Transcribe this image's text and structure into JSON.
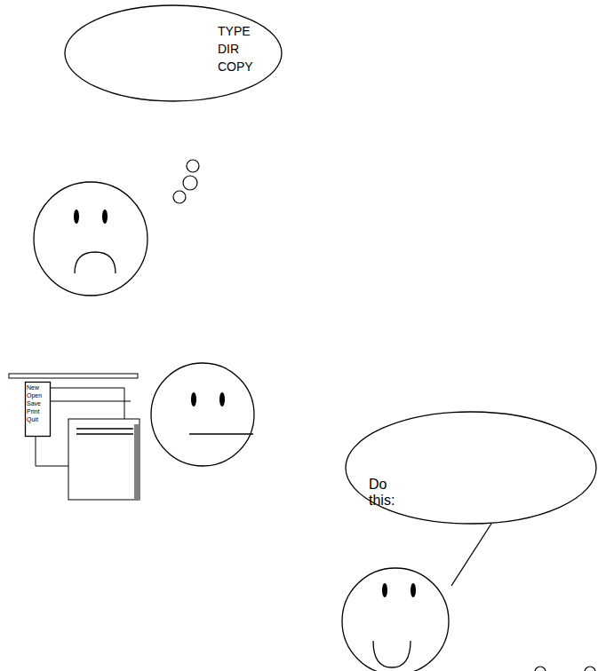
{
  "diagram": {
    "nodes": [
      {
        "text": [
          "TYPE DIR COPY"
        ]
      },
      {
        "text": [
          "New Open Save Print Quit"
        ]
      },
      {
        "text": [
          "Do this:"
        ]
      }
    ]
  }
}
